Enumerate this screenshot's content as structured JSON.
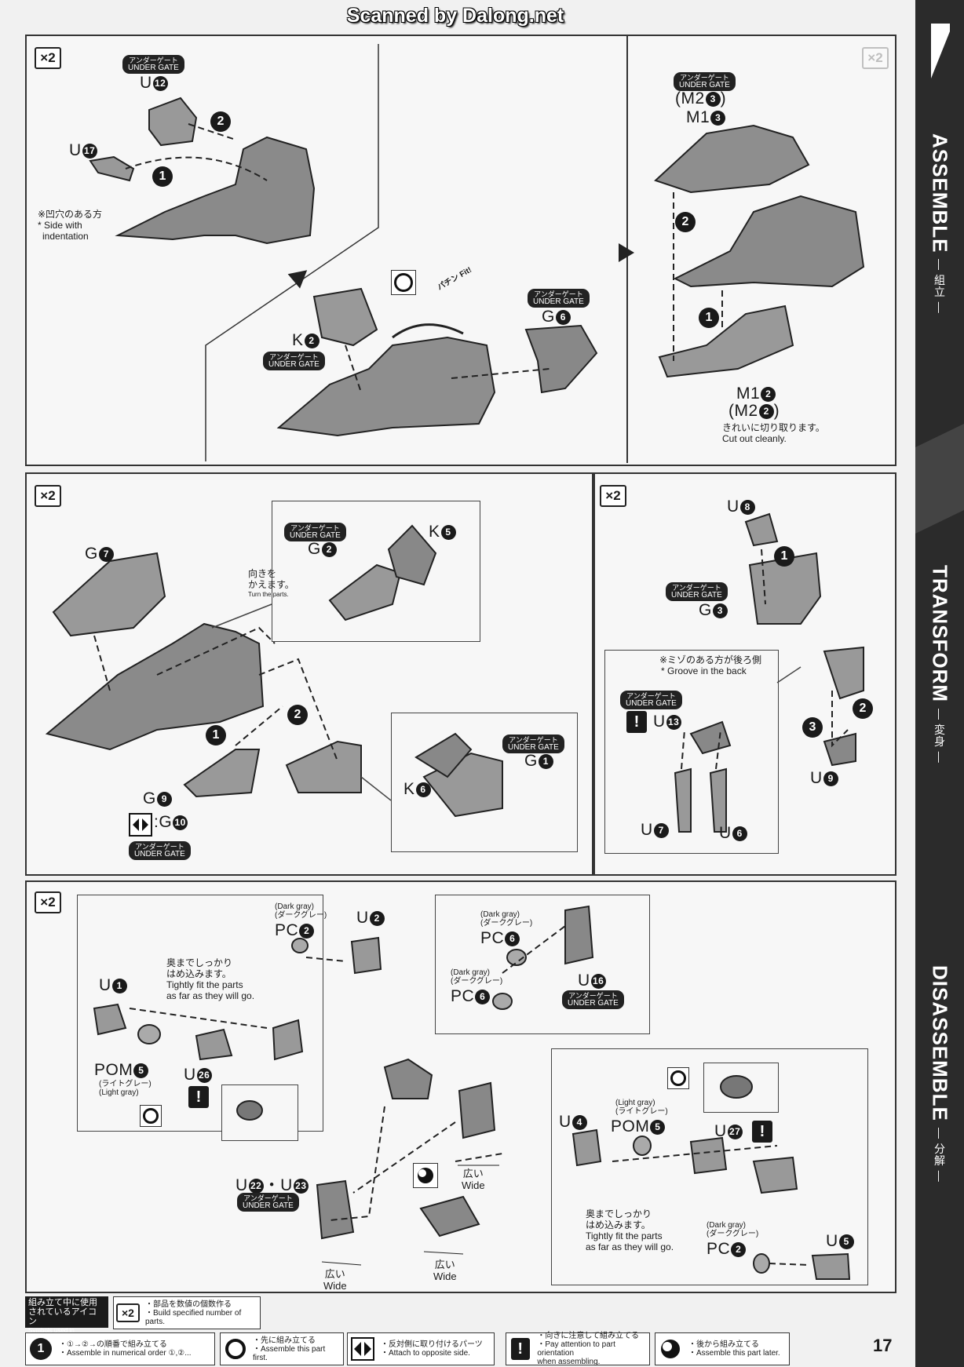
{
  "watermark": "Scanned by Dalong.net",
  "page_number": "17",
  "sidebar": {
    "assemble": "ASSEMBLE",
    "assemble_jp": "— 組立 —",
    "transform": "TRANSFORM",
    "transform_jp": "— 変身 —",
    "disassemble": "DISASSEMBLE",
    "disassemble_jp": "— 分解 —"
  },
  "gate": {
    "jp": "アンダーゲート",
    "en": "UNDER GATE"
  },
  "multiplier": "×2",
  "panel1": {
    "u12": "U",
    "u12n": "12",
    "u17": "U",
    "u17n": "17",
    "indent_jp": "※凹穴のある方",
    "indent_en1": "* Side with",
    "indent_en2": "indentation",
    "k2": "K",
    "k2n": "2",
    "g6": "G",
    "g6n": "6",
    "fit": "パチン Fit!"
  },
  "panel2": {
    "m23": "(M2",
    "m23n": "3",
    "m23close": ")",
    "m13": "M1",
    "m13n": "3",
    "m12": "M1",
    "m12n": "2",
    "m22": "(M2",
    "m22n": "2",
    "m22close": ")",
    "cut_jp": "きれいに切り取ります。",
    "cut_en": "Cut out cleanly."
  },
  "panel3": {
    "g7": "G",
    "g7n": "7",
    "g2": "G",
    "g2n": "2",
    "k5": "K",
    "k5n": "5",
    "turn_jp1": "向きを",
    "turn_jp2": "かえます。",
    "turn_en": "Turn the parts.",
    "g1": "G",
    "g1n": "1",
    "k6": "K",
    "k6n": "6",
    "g9": "G",
    "g9n": "9",
    "g10": ":G",
    "g10n": "10"
  },
  "panel4": {
    "u8": "U",
    "u8n": "8",
    "g3": "G",
    "g3n": "3",
    "groove_jp": "※ミゾのある方が後ろ側",
    "groove_en": "* Groove in the back",
    "u13": "U",
    "u13n": "13",
    "u7": "U",
    "u7n": "7",
    "u6": "U",
    "u6n": "6",
    "u9": "U",
    "u9n": "9"
  },
  "panel5": {
    "pc2_color_en": "(Dark gray)",
    "pc2_color_jp": "(ダークグレー)",
    "pc2": "PC",
    "pc2n": "2",
    "u2": "U",
    "u2n": "2",
    "tight_jp1": "奥までしっかり",
    "tight_jp2": "はめ込みます。",
    "tight_en1": "Tightly fit the parts",
    "tight_en2": "as far as they will go.",
    "u1": "U",
    "u1n": "1",
    "pom5": "POM",
    "pom5n": "5",
    "pom_color_jp": "(ライトグレー)",
    "pom_color_en": "(Light gray)",
    "u26": "U",
    "u26n": "26",
    "pc6a_color_en": "(Dark gray)",
    "pc6a_color_jp": "(ダークグレー)",
    "pc6a": "PC",
    "pc6an": "6",
    "pc6b_color_en": "(Dark gray)",
    "pc6b_color_jp": "(ダークグレー)",
    "pc6b": "PC",
    "pc6bn": "6",
    "u16": "U",
    "u16n": "16",
    "wide_jp": "広い",
    "wide_en": "Wide",
    "u22": "U",
    "u22n": "22",
    "dot": "・",
    "u23": "U",
    "u23n": "23",
    "u4": "U",
    "u4n": "4",
    "pom5b_color_en": "(Light gray)",
    "pom5b_color_jp": "(ライトグレー)",
    "pom5b": "POM",
    "pom5bn": "5",
    "u27": "U",
    "u27n": "27",
    "pc2b_color_en": "(Dark gray)",
    "pc2b_color_jp": "(ダークグレー)",
    "pc2b": "PC",
    "pc2bn": "2",
    "u5": "U",
    "u5n": "5"
  },
  "legend": {
    "title_jp1": "組み立て中に使用",
    "title_jp2": "されているアイコン",
    "title_en": "Symbols used in instructions",
    "x2_jp": "・部品を数値の個数作る",
    "x2_en": "・Build specified number of parts.",
    "order_jp": "・①→②→の順番で組み立てる",
    "order_en": "・Assemble in numerical order ①,②...",
    "first_jp": "・先に組み立てる",
    "first_en": "・Assemble this part first.",
    "opposite_jp": "・反対側に取り付けるパーツ",
    "opposite_en": "・Attach to opposite side.",
    "attention_jp": "・向きに注意して組み立てる",
    "attention_en1": "・Pay attention to part orientation",
    "attention_en2": "when assembling.",
    "later_jp": "・後から組み立てる",
    "later_en": "・Assemble this part later."
  }
}
